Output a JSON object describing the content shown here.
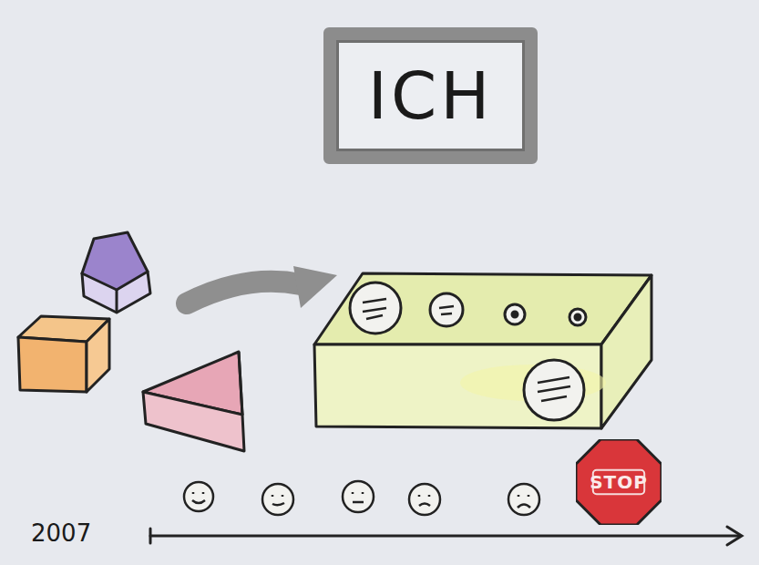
{
  "diagram": {
    "nodes": [
      {
        "text": [
          "ICH"
        ]
      },
      {
        "text": [
          "STOP"
        ]
      }
    ],
    "labels": [
      "2007"
    ]
  }
}
